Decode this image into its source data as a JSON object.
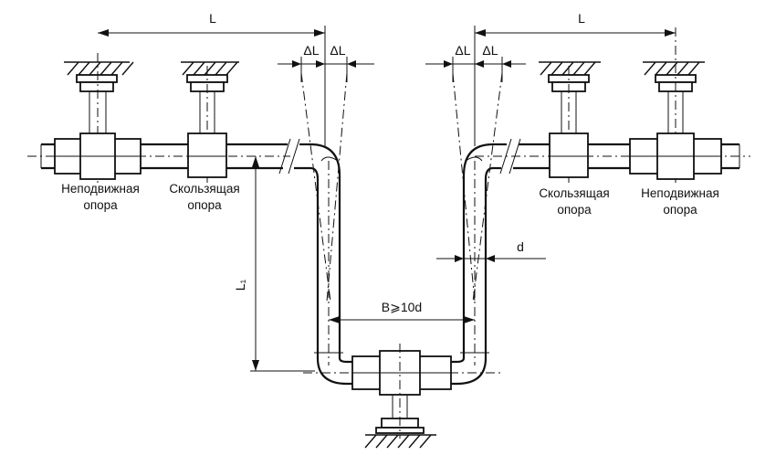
{
  "labels": {
    "dim_L_left": "L",
    "dim_L_right": "L",
    "delta_L_1": "ΔL",
    "delta_L_2": "ΔL",
    "delta_L_3": "ΔL",
    "delta_L_4": "ΔL",
    "dim_L1": "L₁",
    "dim_B": "B⩾10d",
    "dim_d": "d",
    "fixed_support_left_line1": "Неподвижная",
    "fixed_support_left_line2": "опора",
    "sliding_support_left_line1": "Скользящая",
    "sliding_support_left_line2": "опора",
    "sliding_support_right_line1": "Скользящая",
    "sliding_support_right_line2": "опора",
    "fixed_support_right_line1": "Неподвижная",
    "fixed_support_right_line2": "опора"
  },
  "colors": {
    "ink": "#111111",
    "background": "#ffffff"
  }
}
